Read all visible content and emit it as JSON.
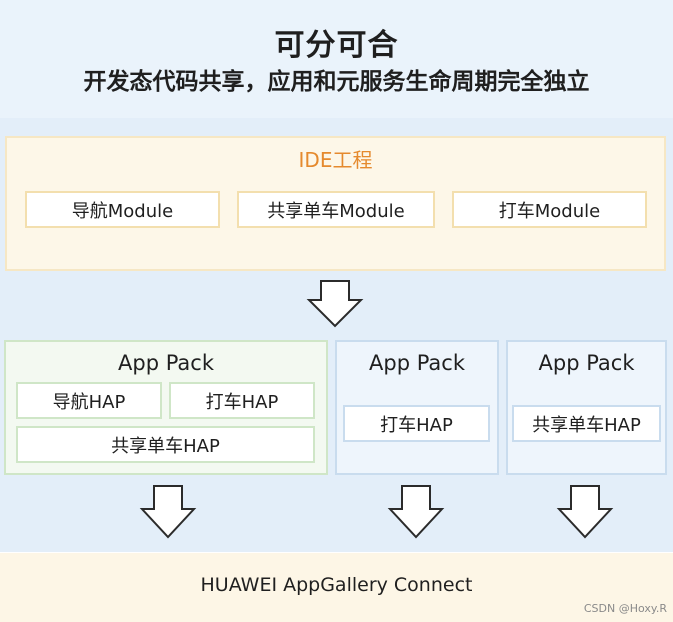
{
  "header": {
    "title": "可分可合",
    "subtitle": "开发态代码共享，应用和元服务生命周期完全独立"
  },
  "ide": {
    "title": "IDE工程",
    "modules": [
      "导航Module",
      "共享单车Module",
      "打车Module"
    ]
  },
  "packs": [
    {
      "title": "App Pack",
      "haps": [
        "导航HAP",
        "打车HAP",
        "共享单车HAP"
      ]
    },
    {
      "title": "App Pack",
      "haps": [
        "打车HAP"
      ]
    },
    {
      "title": "App Pack",
      "haps": [
        "共享单车HAP"
      ]
    }
  ],
  "footer": {
    "label": "HUAWEI AppGallery Connect"
  },
  "watermark": "CSDN @Hoxy.R",
  "colors": {
    "ide_title": "#e58a2e",
    "ide_bg": "#fdf7e8",
    "band_bg": "#e3eef9",
    "header_bg": "#eaf3fb",
    "footer_bg": "#fdf6e6"
  }
}
